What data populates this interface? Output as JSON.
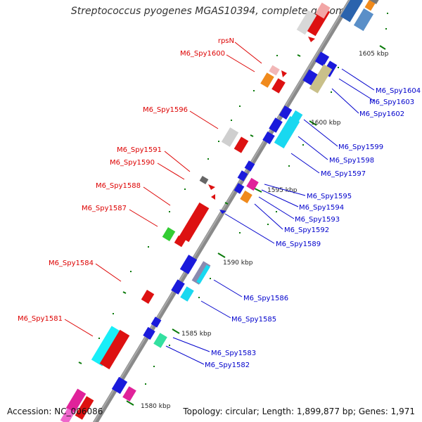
{
  "title": "Streptococcus pyogenes MGAS10394, complete genome",
  "footer": {
    "accession": "Accession: NC_006086",
    "topology": "Topology: circular; Length: 1,899,877 bp; Genes: 1,971"
  },
  "colors": {
    "backbone": "#888888",
    "left_label": "#dd0000",
    "right_label": "#0000cc",
    "tick": "#007700"
  },
  "kbp_labels": [
    "1605 kbp",
    "1600 kbp",
    "1595 kbp",
    "1590 kbp",
    "1585 kbp",
    "1580 kbp"
  ],
  "left_gene_labels": [
    "rpsN",
    "M6_Spy1600",
    "M6_Spy1596",
    "M6_Spy1591",
    "M6_Spy1590",
    "M6_Spy1588",
    "M6_Spy1587",
    "M6_Spy1584",
    "M6_Spy1581"
  ],
  "right_gene_labels": [
    "M6_Spy1604",
    "M6_Spy1603",
    "M6_Spy1602",
    "M6_Spy1599",
    "M6_Spy1598",
    "M6_Spy1597",
    "M6_Spy1595",
    "M6_Spy1594",
    "M6_Spy1593",
    "M6_Spy1592",
    "M6_Spy1589",
    "M6_Spy1586",
    "M6_Spy1585",
    "M6_Spy1583",
    "M6_Spy1582"
  ]
}
